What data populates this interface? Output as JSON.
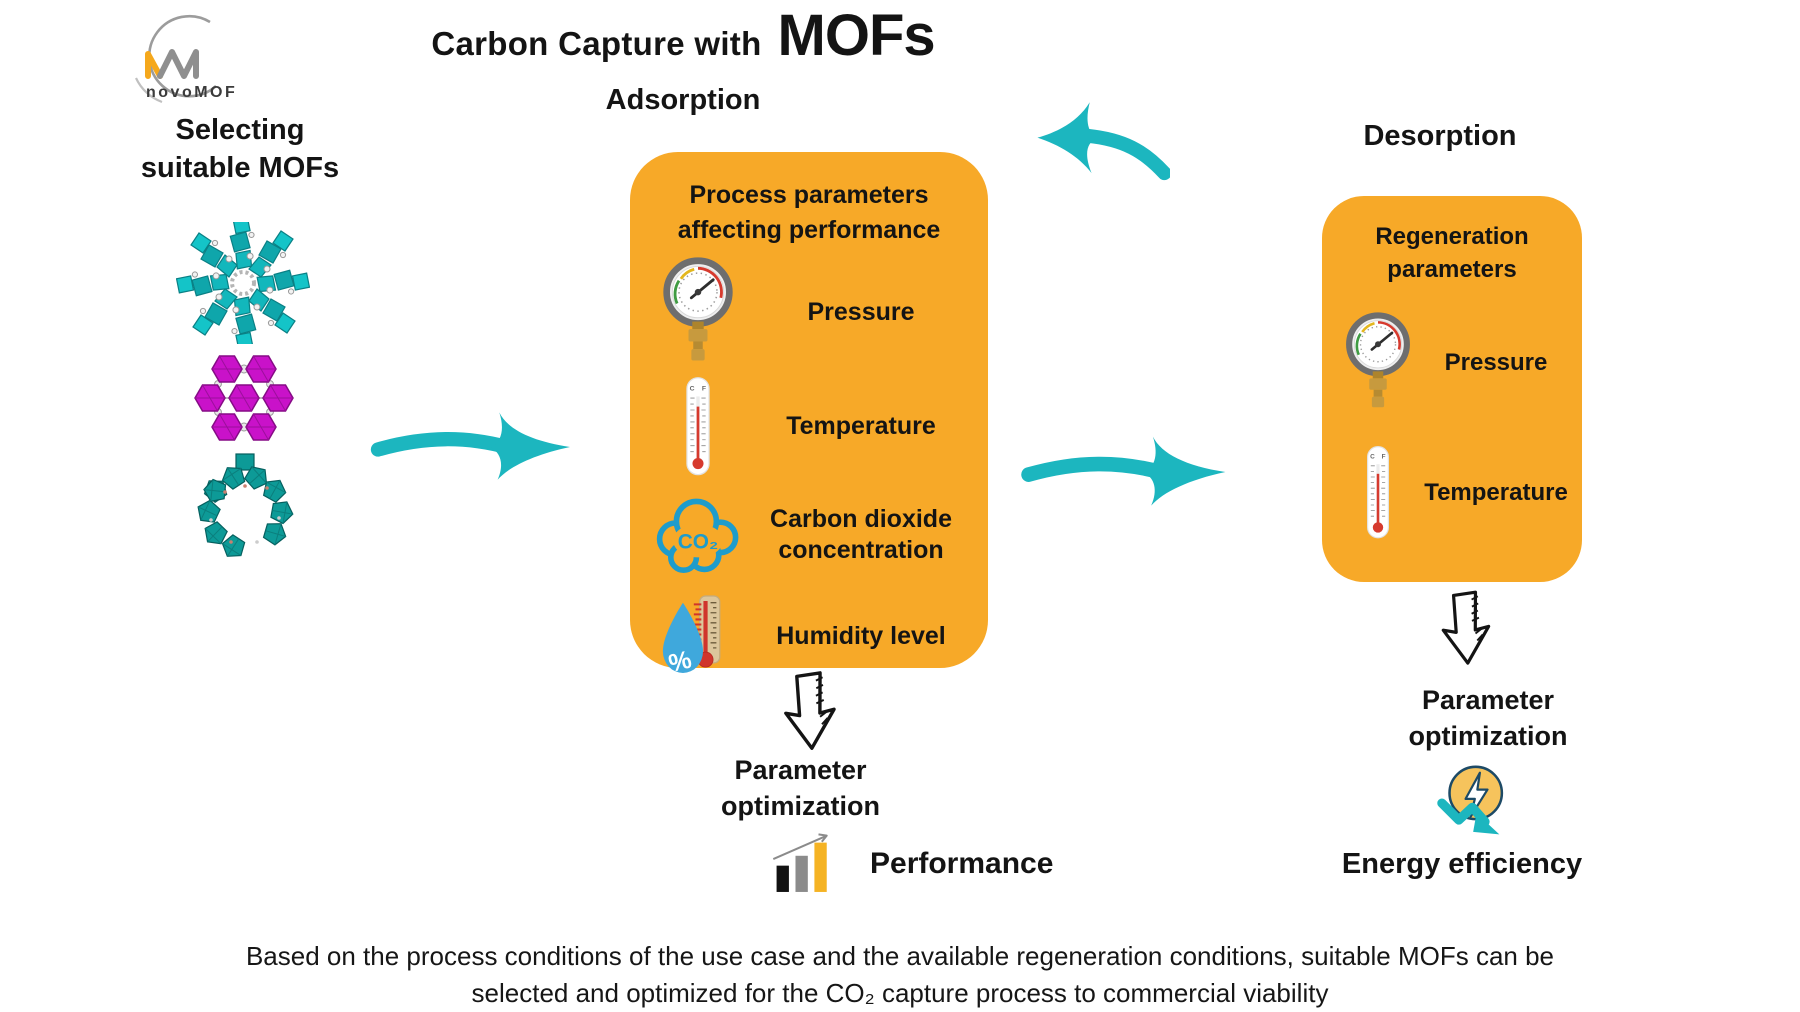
{
  "logo": {
    "name": "novoMOF"
  },
  "title": {
    "prefix": "Carbon Capture with",
    "emphasis": "MOFs"
  },
  "selection": {
    "heading_line1": "Selecting",
    "heading_line2": "suitable MOFs",
    "structure_icons": [
      "teal-pinwheel-mof-structure",
      "magenta-hexagonal-mof-structure",
      "teal-cluster-mof-structure"
    ]
  },
  "adsorption": {
    "heading": "Adsorption",
    "card_title_line1": "Process parameters",
    "card_title_line2": "affecting performance",
    "params": [
      {
        "icon": "pressure-gauge-icon",
        "label": "Pressure"
      },
      {
        "icon": "thermometer-icon",
        "label": "Temperature"
      },
      {
        "icon": "co2-cloud-icon",
        "label": "Carbon dioxide concentration"
      },
      {
        "icon": "humidity-icon",
        "label": "Humidity level"
      }
    ],
    "co2_symbol": "CO₂",
    "step_line1": "Parameter",
    "step_line2": "optimization",
    "outcome_icon": "bar-chart-icon",
    "outcome_label": "Performance"
  },
  "desorption": {
    "heading": "Desorption",
    "card_title_line1": "Regeneration",
    "card_title_line2": "parameters",
    "params": [
      {
        "icon": "pressure-gauge-icon",
        "label": "Pressure"
      },
      {
        "icon": "thermometer-icon",
        "label": "Temperature"
      }
    ],
    "step_line1": "Parameter",
    "step_line2": "optimization",
    "outcome_icon": "energy-efficiency-icon",
    "outcome_label": "Energy efficiency"
  },
  "flow": {
    "arrows": [
      "selection-to-adsorption-arrow",
      "adsorption-to-desorption-arrow",
      "desorption-to-adsorption-arrow"
    ]
  },
  "footer": {
    "line1": "Based on the process conditions of the use case  and the available regeneration conditions, suitable MOFs can be",
    "line2": "selected and optimized for the CO₂ capture process to commercial viability"
  },
  "colors": {
    "card_orange": "#F7A928",
    "flow_teal": "#1CB6BF",
    "co2_blue": "#1E9CCB",
    "droplet_blue": "#3FA8DC",
    "bar_orange": "#F5B324",
    "energy_yellow": "#F6C35C",
    "energy_navy": "#1D4A66",
    "mof_teal": "#12B7BC",
    "mof_magenta": "#C912C9",
    "logo_orange": "#F5A81C"
  }
}
